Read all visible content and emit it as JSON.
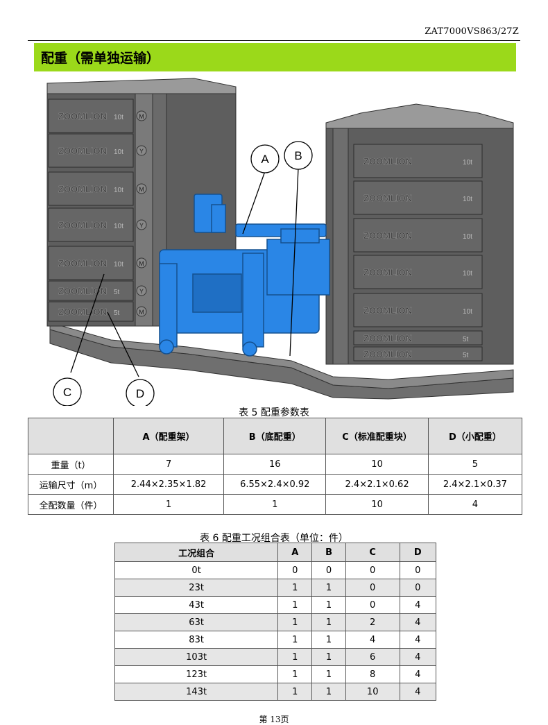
{
  "doc_code": "ZAT7000VS863/27Z",
  "section_title": "配重（需单独运输）",
  "figure": {
    "callouts": [
      "A",
      "B",
      "C",
      "D"
    ],
    "brand_text": "ZOOMLION",
    "weight_10t": "10t",
    "weight_5t": "5t",
    "badge_m": "M",
    "badge_y": "Y"
  },
  "table5": {
    "caption": "表 5 配重参数表",
    "headers": [
      "",
      "A（配重架）",
      "B（底配重）",
      "C（标准配重块）",
      "D（小配重）"
    ],
    "rows": [
      [
        "重量（t）",
        "7",
        "16",
        "10",
        "5"
      ],
      [
        "运输尺寸（m）",
        "2.44×2.35×1.82",
        "6.55×2.4×0.92",
        "2.4×2.1×0.62",
        "2.4×2.1×0.37"
      ],
      [
        "全配数量（件）",
        "1",
        "1",
        "10",
        "4"
      ]
    ]
  },
  "table6": {
    "caption": "表 6 配重工况组合表（单位：件）",
    "headers": [
      "工况组合",
      "A",
      "B",
      "C",
      "D"
    ],
    "rows": [
      [
        "0t",
        "0",
        "0",
        "0",
        "0"
      ],
      [
        "23t",
        "1",
        "1",
        "0",
        "0"
      ],
      [
        "43t",
        "1",
        "1",
        "0",
        "4"
      ],
      [
        "63t",
        "1",
        "1",
        "2",
        "4"
      ],
      [
        "83t",
        "1",
        "1",
        "4",
        "4"
      ],
      [
        "103t",
        "1",
        "1",
        "6",
        "4"
      ],
      [
        "123t",
        "1",
        "1",
        "8",
        "4"
      ],
      [
        "143t",
        "1",
        "1",
        "10",
        "4"
      ]
    ]
  },
  "page_number": "第 13页"
}
